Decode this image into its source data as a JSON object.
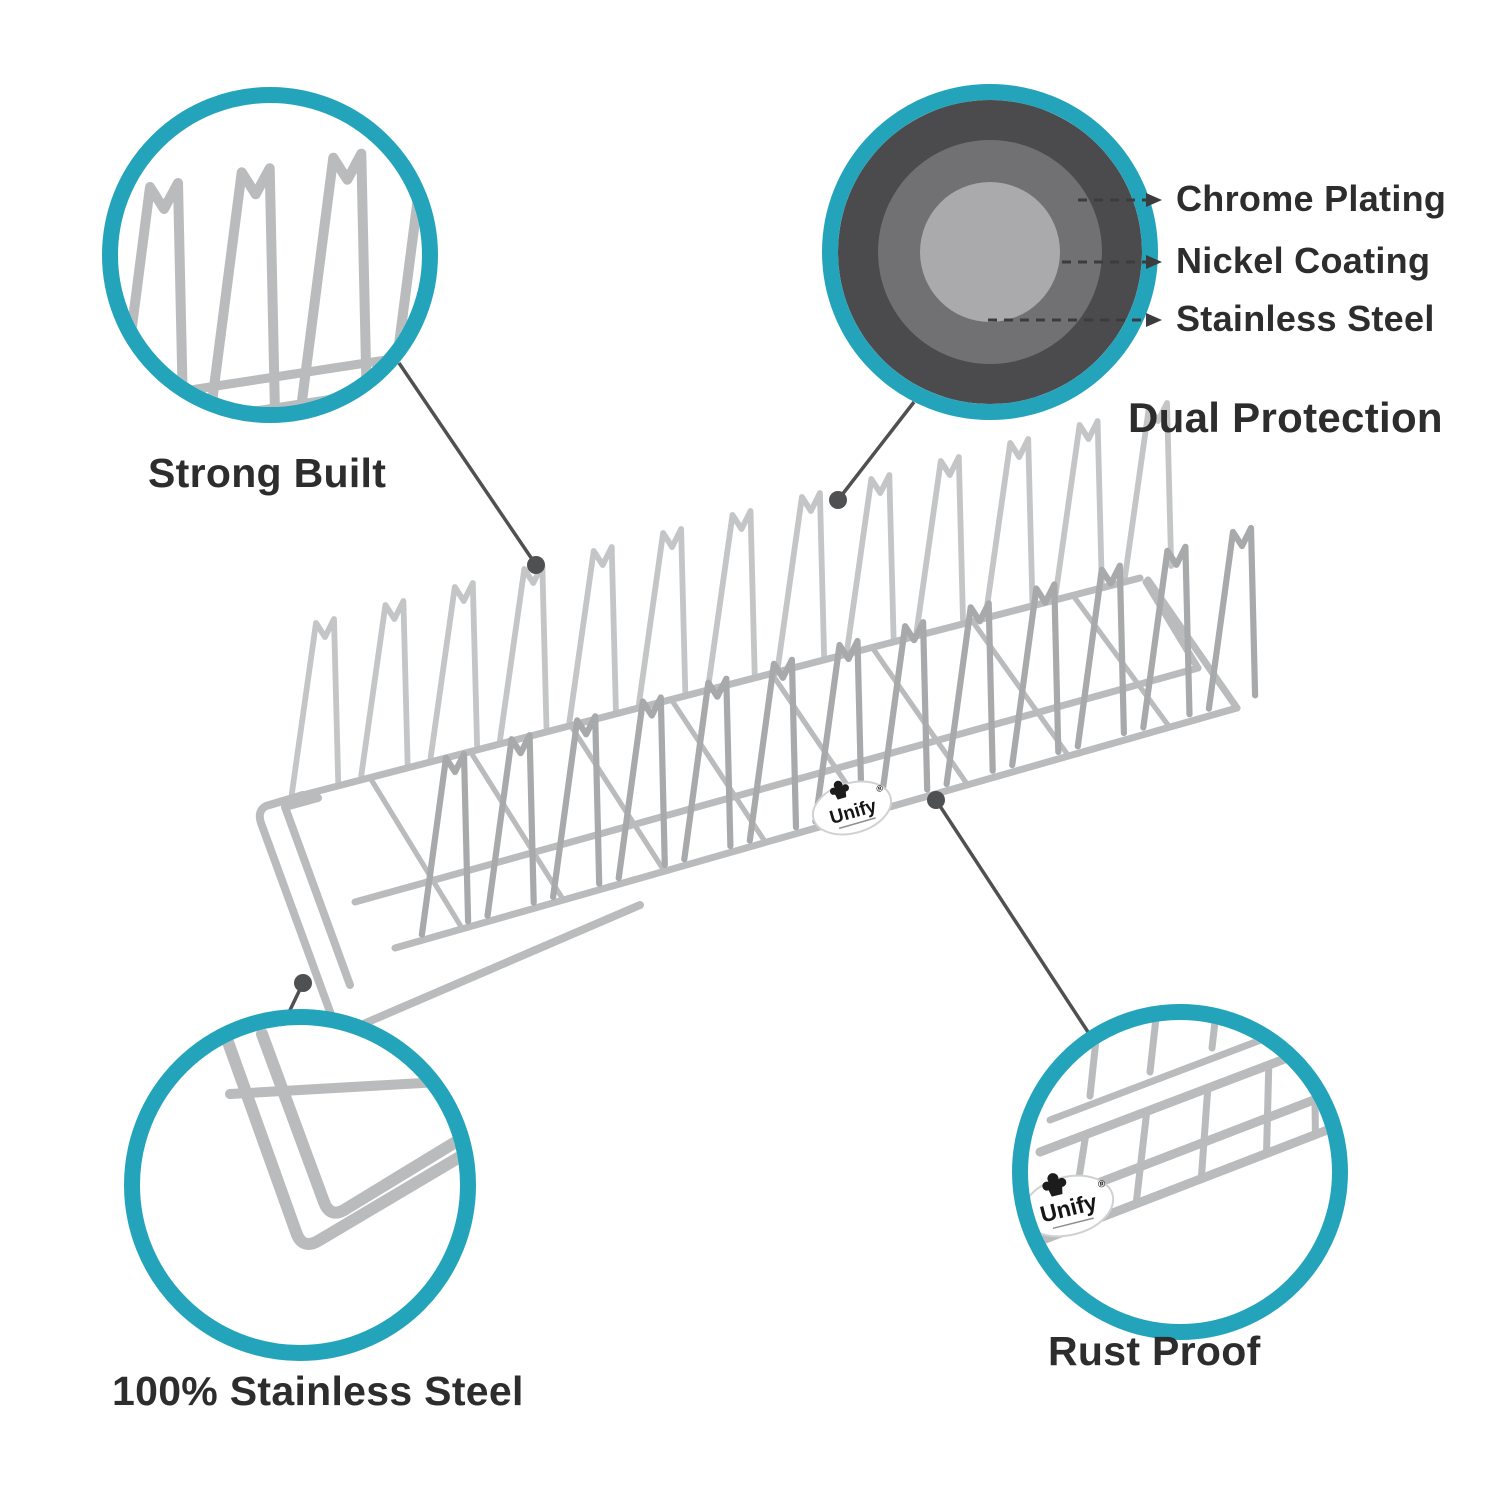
{
  "colors": {
    "accent_teal": "#24a4ba",
    "connector_gray": "#4e5052",
    "wire_gray": "#b9bbbd",
    "wire_gray_light": "#c3c5c7",
    "wire_gray_dark": "#a7a9ab",
    "text_dark": "#2d2d2d",
    "disc_dark": "#4b4b4d",
    "disc_mid": "#717173",
    "disc_light": "#aaaaac"
  },
  "product": {
    "brand": "Unify",
    "reg": "®"
  },
  "icons": {
    "chef_hat_icon": "chef hat"
  },
  "callouts": {
    "strong_built": {
      "label": "Strong Built"
    },
    "dual_protection": {
      "label": "Dual Protection",
      "layers": [
        "Chrome Plating",
        "Nickel Coating",
        "Stainless Steel"
      ]
    },
    "stainless_steel_100": {
      "label": "100% Stainless Steel"
    },
    "rust_proof": {
      "label": "Rust Proof"
    }
  }
}
